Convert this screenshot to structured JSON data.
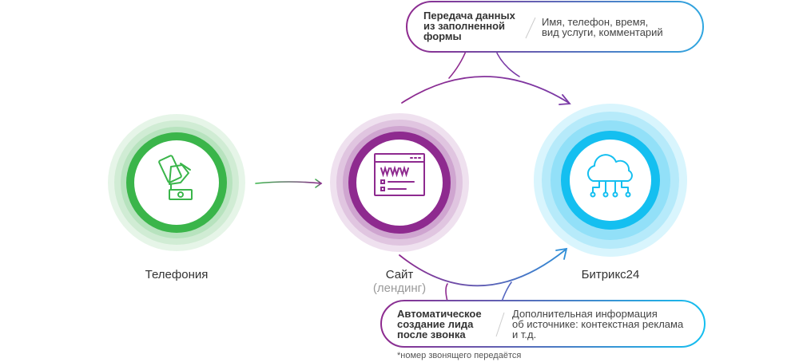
{
  "nodes": {
    "telephony": {
      "label": "Телефония",
      "color": "#3ab54a",
      "icon": "hand-phone-money-icon"
    },
    "site": {
      "label": "Сайт",
      "sublabel": "(лендинг)",
      "color": "#8e2a8f",
      "icon": "browser-www-icon"
    },
    "bitrix": {
      "label": "Битрикс24",
      "color": "#14bff0",
      "icon": "cloud-network-icon"
    }
  },
  "top_bubble": {
    "title_lines": [
      "Передача данных",
      "из заполненной",
      "формы"
    ],
    "text_lines": [
      "Имя, телефон, время,",
      "вид услуги, комментарий"
    ]
  },
  "bottom_bubble": {
    "title_lines": [
      "Автоматическое",
      "создание лида",
      "после звонка"
    ],
    "text_lines": [
      "Дополнительная информация",
      "об источнике: контекстная реклама",
      "и т.д."
    ]
  },
  "footnote": "*номер звонящего передаётся",
  "colors": {
    "purple": "#8e2a8f",
    "blue": "#2f8fd8",
    "green": "#3ab54a",
    "cyan": "#14bff0"
  }
}
